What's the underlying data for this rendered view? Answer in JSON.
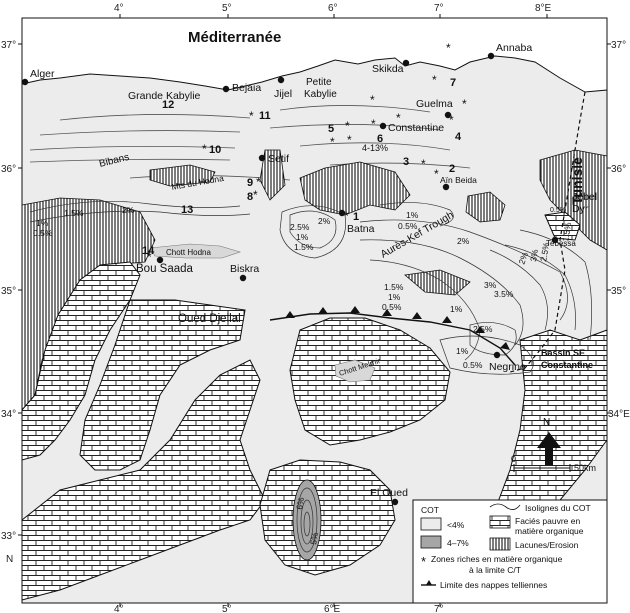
{
  "ticks": {
    "top": [
      "4°",
      "5°",
      "6°",
      "7°",
      "8°E"
    ],
    "bottom": [
      "4°",
      "5°",
      "6°E",
      "7°"
    ],
    "left": [
      "37°",
      "36°",
      "35°",
      "34°",
      "33°",
      "N"
    ],
    "right": [
      "37°",
      "36°",
      "35°",
      "34°E"
    ]
  },
  "titles": {
    "sea": "Méditerranée",
    "country": "Tunisie"
  },
  "cities": [
    "Alger",
    "Bejaia",
    "Jijel",
    "Skikda",
    "Annaba",
    "Guelma",
    "Constantine",
    "Setif",
    "Batna",
    "Biskra",
    "Bou Saada",
    "Tebessa",
    "Negrine",
    "El Oued",
    "Oued Djellal",
    "Aïn Beida",
    "Jebel",
    "Dyr"
  ],
  "features": {
    "grande_kabylie": "Grande Kabylie",
    "petite_kabylie_1": "Petite",
    "petite_kabylie_2": "Kabylie",
    "bibans": "Bibans",
    "mts_hodna": "Mts du Hodna",
    "chott_hodna": "Chott Hodna",
    "chott_melrhir": "Chott Melrhir",
    "aures": "Aurès-Kef Trough",
    "bassin_1": "Bassin SE",
    "bassin_2": "Constantine"
  },
  "sites": [
    "1",
    "2",
    "3",
    "4",
    "5",
    "6",
    "7",
    "8",
    "9",
    "10",
    "11",
    "12",
    "13",
    "14"
  ],
  "site_extra": "4-13%",
  "isolines": [
    "1%",
    "0.5%",
    "1.5%",
    "2%",
    "2.5%",
    "1%",
    "1.5%",
    "2%",
    "1%",
    "0.5%",
    "1.5%",
    "1%",
    "0.5%",
    "2%",
    "3%",
    "3.5%",
    "2.5%",
    "1%",
    "0.5%",
    "3%",
    "2.5%",
    "1.5%",
    "2%",
    "1%",
    "6%",
    "5%",
    "0.5%"
  ],
  "scale": {
    "zero": "0",
    "label": "50km",
    "north": "N"
  },
  "legend": {
    "title": "COT",
    "low": "<4%",
    "mid": "4–7%",
    "isolines": "Isolignes du COT",
    "poor_1": "Faciés pauvre en",
    "poor_2": "matière organique",
    "gaps": "Lacunes/Erosion",
    "rich_1": "Zones riches en matière organique",
    "rich_2": "à la limite C/T",
    "nappes": "Limite des nappes telliennes"
  },
  "colors": {
    "land": "#ececec",
    "mid_zone": "#a6a6a6",
    "sea": "#ffffff",
    "water": "#d8d8d8",
    "line": "#111111"
  }
}
